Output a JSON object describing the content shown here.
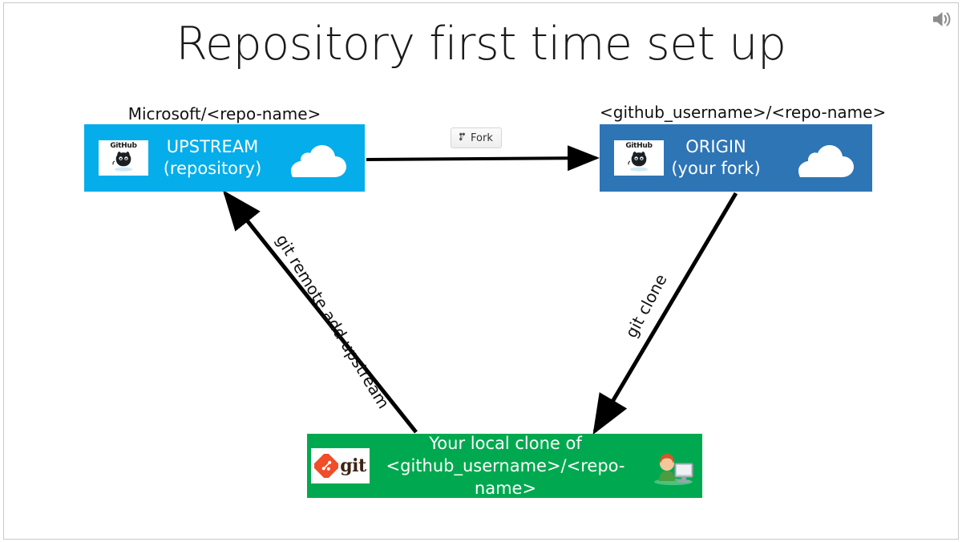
{
  "slide": {
    "title": "Repository first time set up",
    "audio_icon": "speaker-icon"
  },
  "nodes": {
    "upstream": {
      "caption": "Microsoft/<repo-name>",
      "line1": "UPSTREAM",
      "line2": "(repository)",
      "color": "#05ADEA",
      "logo_text": "GitHub",
      "logo_icon": "github-octocat-icon",
      "cloud_icon": "cloud-icon"
    },
    "origin": {
      "caption": "<github_username>/<repo-name>",
      "line1": "ORIGIN",
      "line2": "(your fork)",
      "color": "#2E75B6",
      "logo_text": "GitHub",
      "logo_icon": "github-octocat-icon",
      "cloud_icon": "cloud-icon"
    },
    "local": {
      "line1": "Your local clone of",
      "line2": "<github_username>/<repo-name>",
      "color": "#00A94F",
      "logo_text": "git",
      "logo_icon": "git-diamond-icon",
      "person_icon": "person-at-computer-icon"
    }
  },
  "edges": {
    "fork": {
      "label": "Fork",
      "icon": "fork-branch-icon"
    },
    "remote_add": {
      "label": "git remote add upstream"
    },
    "clone": {
      "label": "git clone"
    }
  }
}
